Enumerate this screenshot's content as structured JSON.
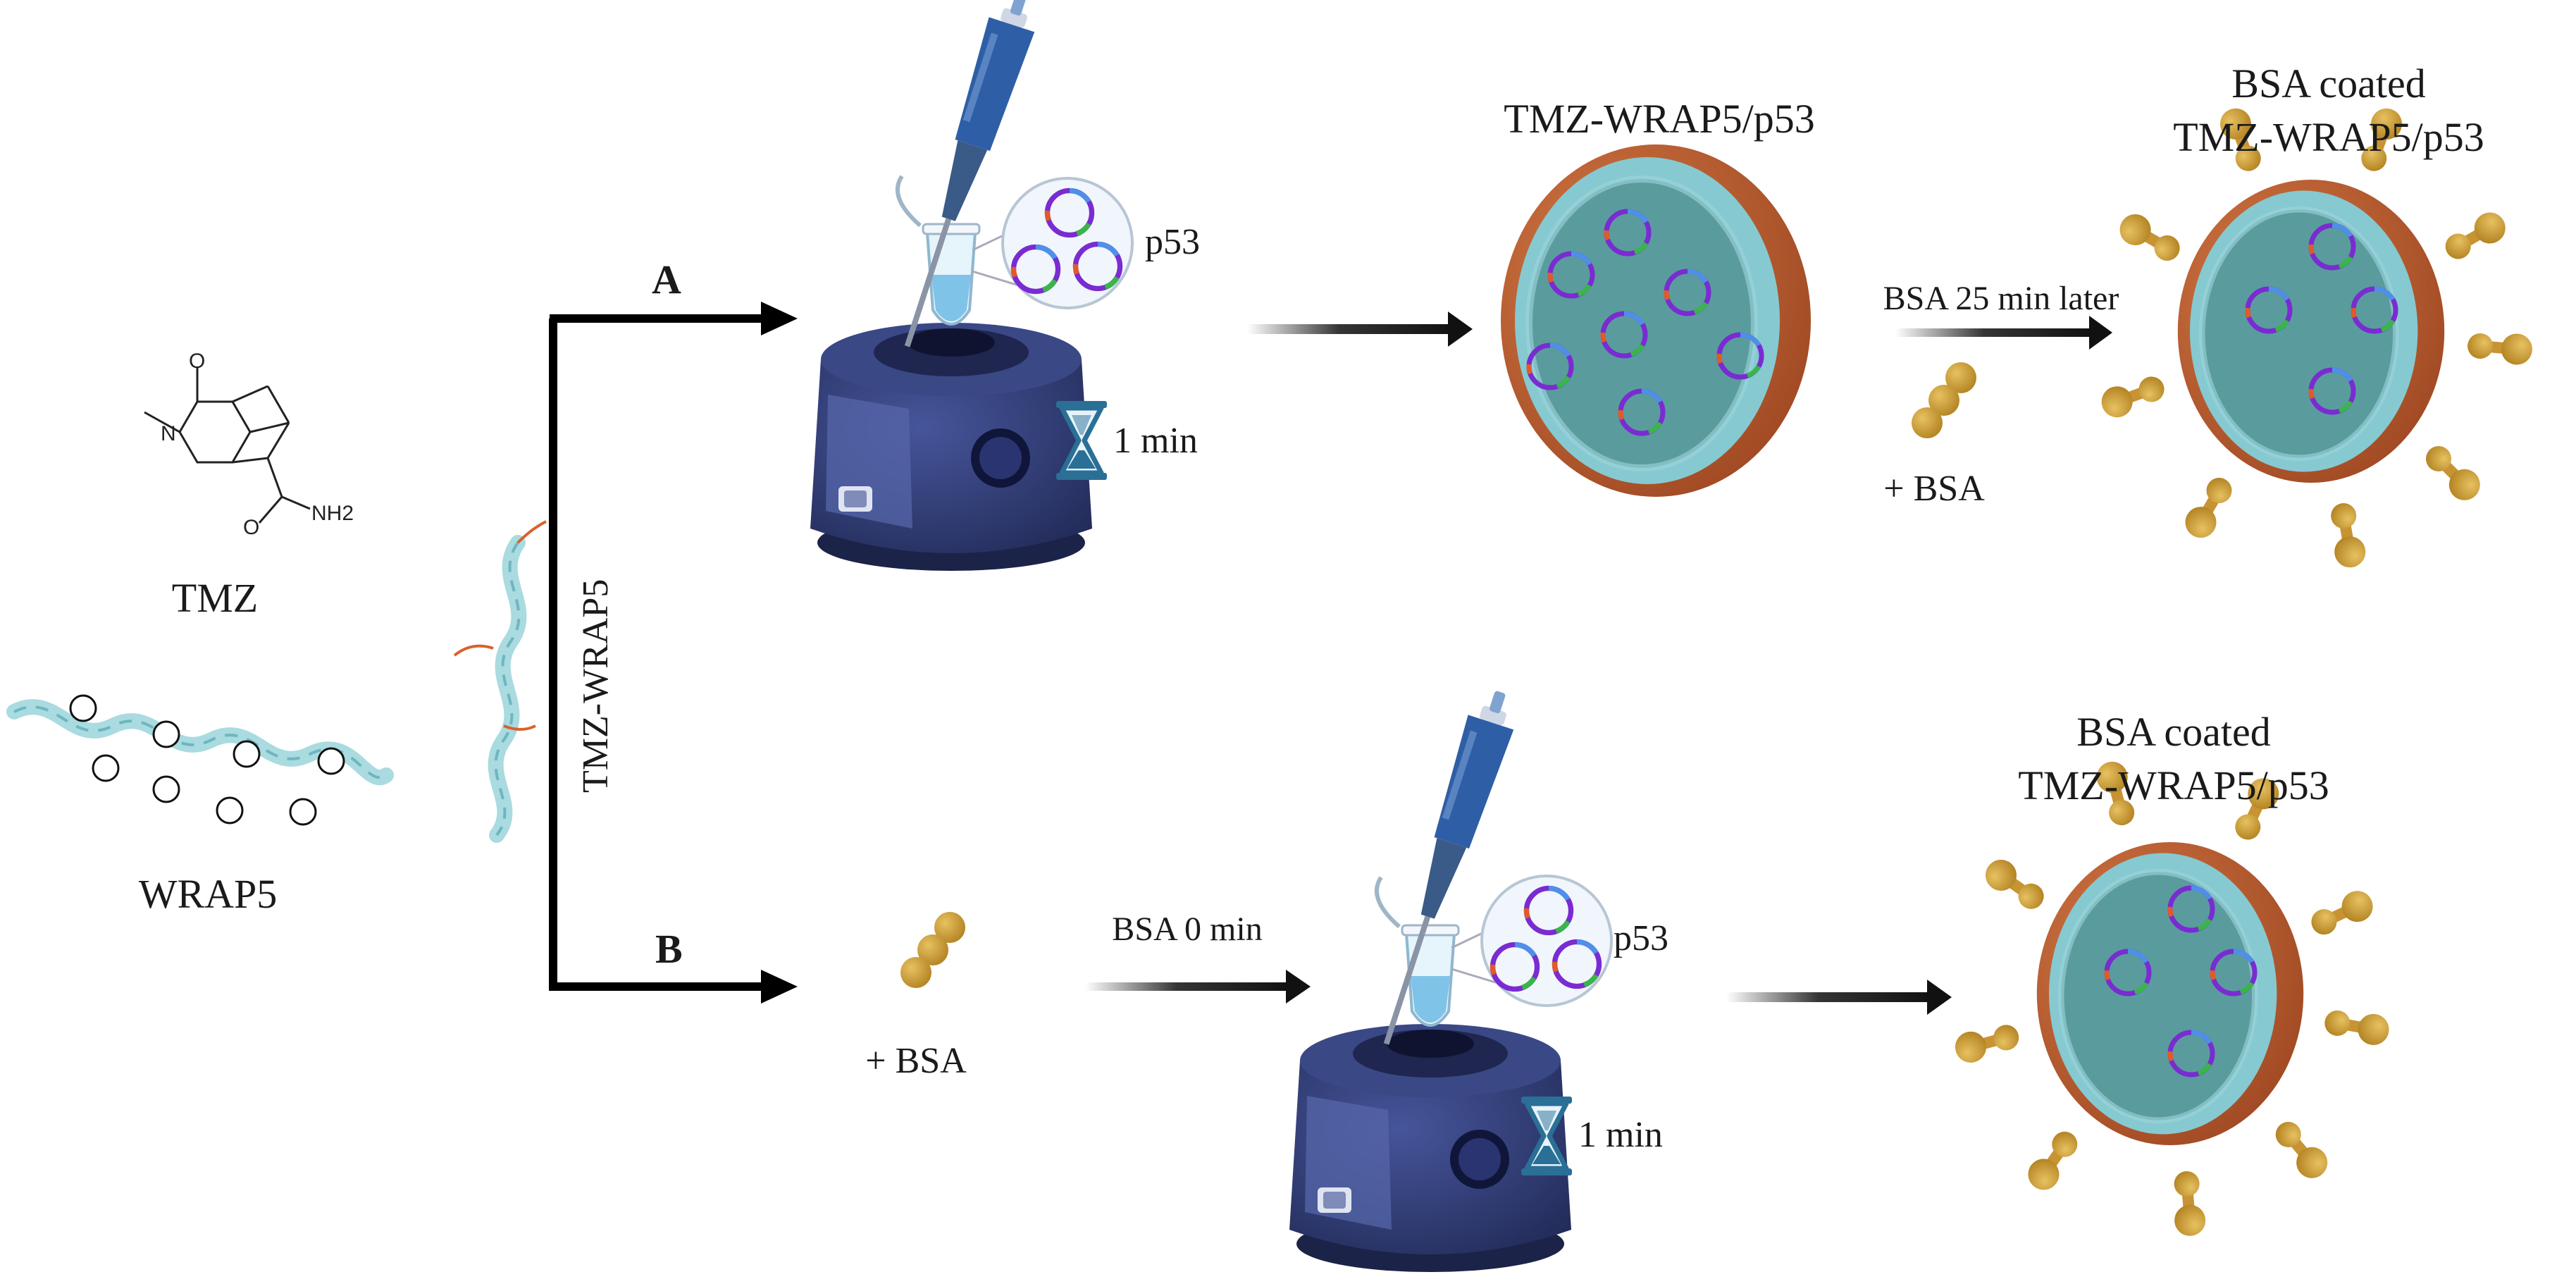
{
  "labels": {
    "tmz": "TMZ",
    "wrap5": "WRAP5",
    "tmz_wrap5_vertical": "TMZ-WRAP5",
    "branch_a": "A",
    "branch_b": "B",
    "p53_a": "p53",
    "p53_b": "p53",
    "time_a": "1 min",
    "time_b": "1 min",
    "product_a": "TMZ-WRAP5/p53",
    "bsa_step_a": "BSA 25 min later",
    "plus_bsa_a": "+ BSA",
    "coated_a_line1": "BSA coated",
    "coated_a_line2": "TMZ-WRAP5/p53",
    "plus_bsa_b": "+ BSA",
    "bsa_step_b": "BSA 0 min",
    "coated_b_line1": "BSA coated",
    "coated_b_line2": "TMZ-WRAP5/p53"
  },
  "molecule": {
    "o_atom": "O",
    "n_atom": "N",
    "nh2": "NH2"
  },
  "colors": {
    "helix": "#a9dbe0",
    "vortex_body": "#2e3a70",
    "vortex_panel": "#4f5fa0",
    "particle_shell": "#b8582c",
    "particle_inner": "#5eb3bd",
    "particle_core": "#3f8c8e",
    "bsa": "#d3a43c",
    "plasmid": "#7a2bd1",
    "arrow": "#111111",
    "hourglass": "#2a6f96"
  },
  "icons": [
    "helix-peptide-icon",
    "vortex-mixer-icon",
    "pipette-icon",
    "eppendorf-tube-icon",
    "plasmid-icon",
    "hourglass-icon",
    "nanoparticle-icon",
    "bsa-protein-icon"
  ]
}
